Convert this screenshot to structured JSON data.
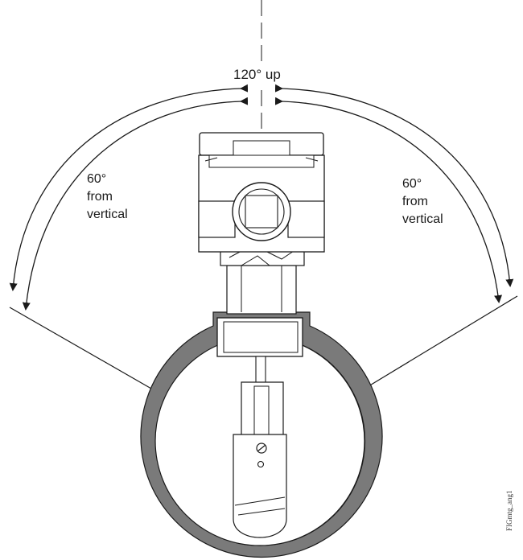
{
  "labels": {
    "top": "120° up",
    "left": {
      "line1": "60°",
      "line2": "from",
      "line3": "vertical"
    },
    "right": {
      "line1": "60°",
      "line2": "from",
      "line3": "vertical"
    }
  },
  "figure_id": "FIGmtg_ang1",
  "colors": {
    "line": "#1a1a1a",
    "pipe_fill": "#7a7a7a",
    "background": "#ffffff"
  }
}
